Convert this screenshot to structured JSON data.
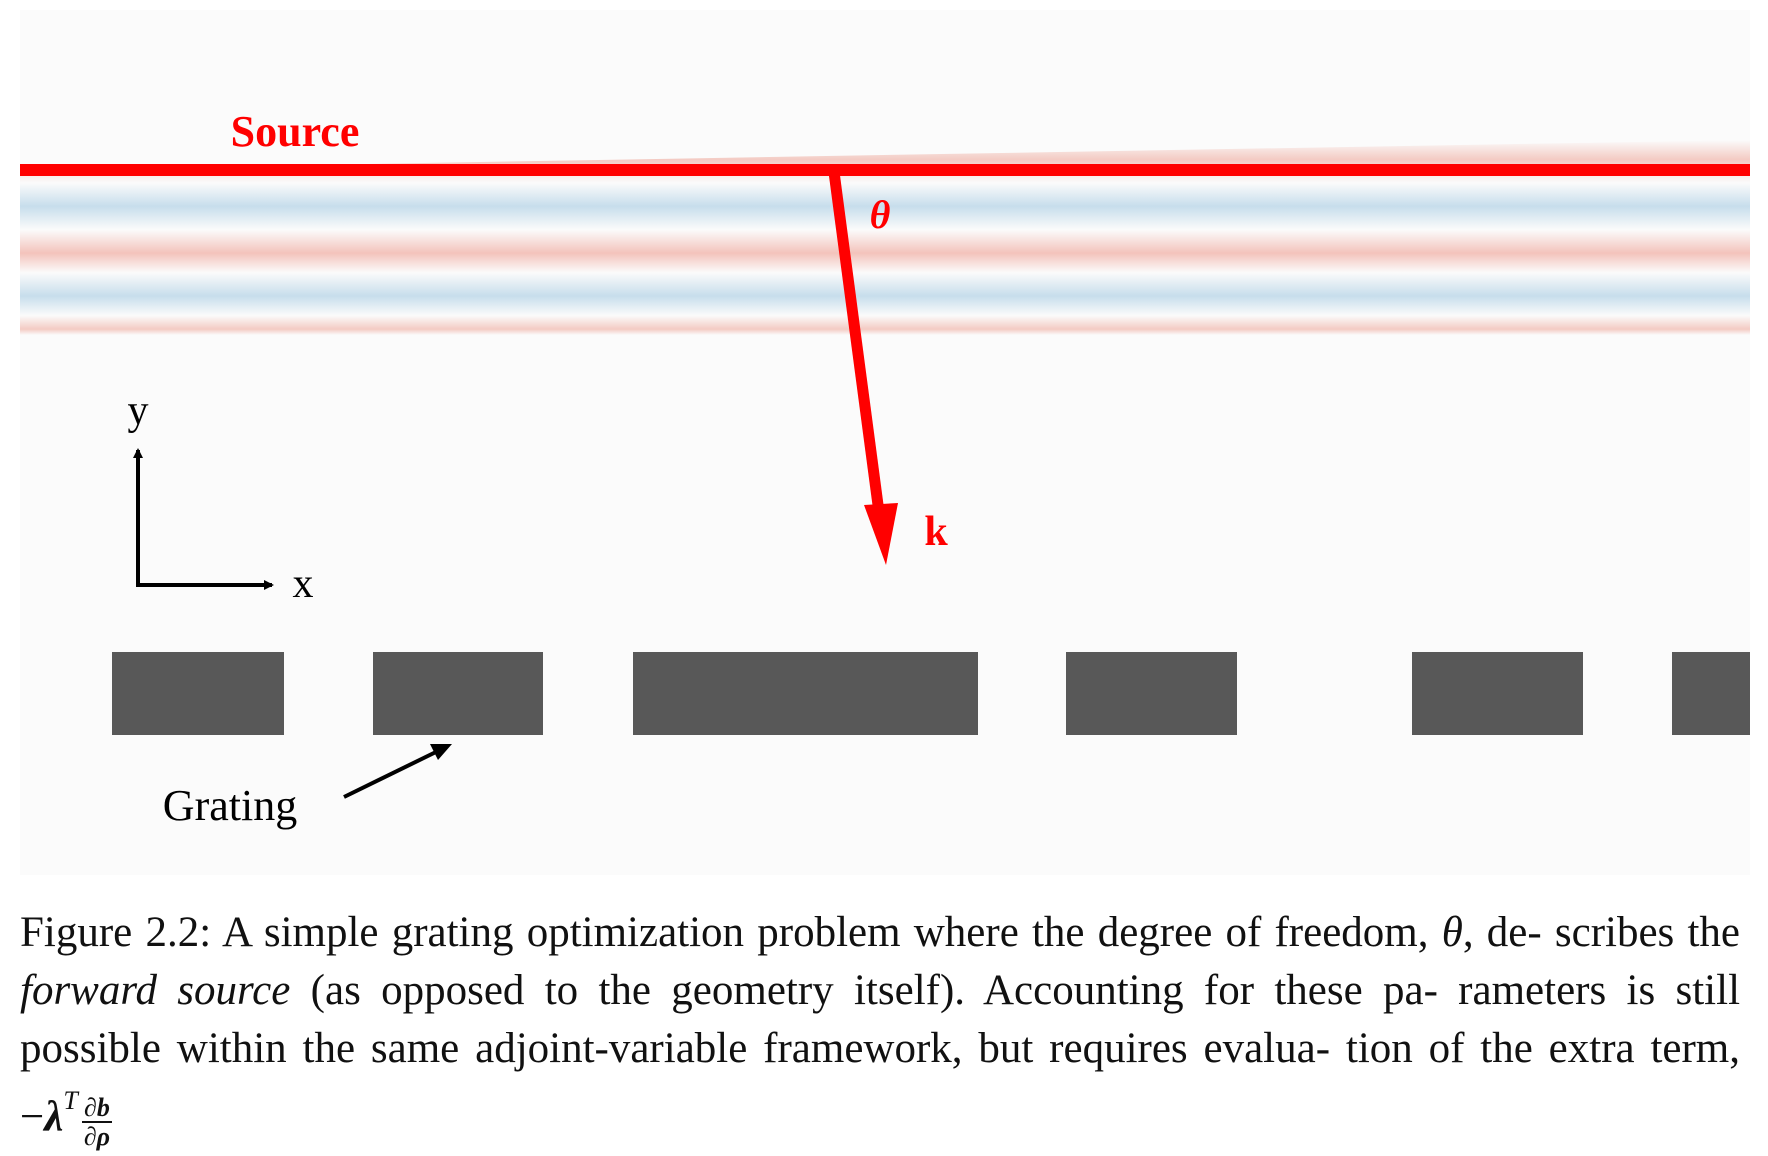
{
  "diagram": {
    "source_label": "Source",
    "theta_label": "θ",
    "k_label": "k",
    "axis_y_label": "y",
    "axis_x_label": "x",
    "grating_label": "Grating",
    "colors": {
      "source_red": "#ff0000",
      "grating_gray": "#585858",
      "wave_red": "#f0a8a0",
      "wave_blue": "#a8cce0",
      "background": "#fbfbfb"
    }
  },
  "caption": {
    "prefix": "Figure 2.2:  A simple grating optimization problem where the degree of freedom, ",
    "theta": "θ",
    "part2": ", de- scribes the ",
    "italic_phrase": "forward source",
    "part3": " (as opposed to the geometry itself).  Accounting for these pa- rameters is still possible within the same adjoint-variable framework, but requires evalua- tion of the extra term, −",
    "lambda": "λ",
    "transpose": "T",
    "frac_num": "∂b",
    "frac_den": "∂ρ"
  }
}
